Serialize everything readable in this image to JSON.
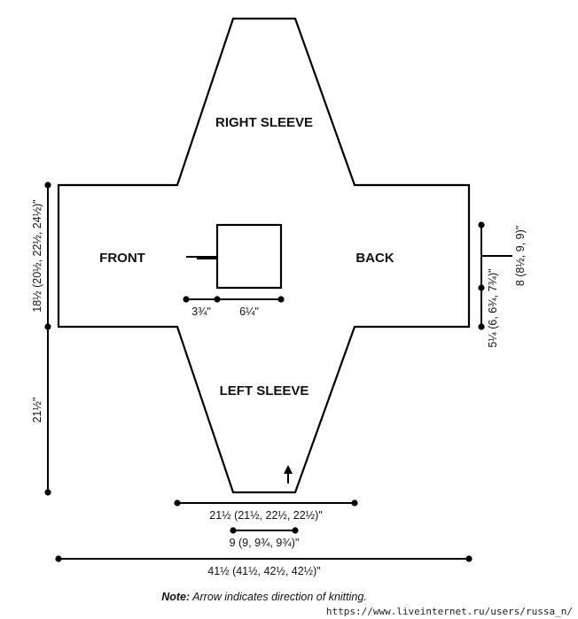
{
  "pieces": {
    "right_sleeve": "RIGHT SLEEVE",
    "left_sleeve": "LEFT SLEEVE",
    "front": "FRONT",
    "back": "BACK"
  },
  "measurements": {
    "body_height": "18½ (20½, 22½, 24½)\"",
    "sleeve_length": "21½\"",
    "neck_left": "3¾\"",
    "neck_width": "6¼\"",
    "back_upper": "8 (8½, 9, 9)\"",
    "back_lower": "5¼ (6, 6¾, 7¾)\"",
    "sleeve_top": "21½ (21½, 22½, 22½)\"",
    "cuff": "9 (9, 9¾, 9¾)\"",
    "total_width": "41½ (41½, 42½, 42½)\""
  },
  "note": {
    "label": "Note:",
    "text": " Arrow indicates direction of knitting."
  },
  "watermark": "https://www.liveinternet.ru/users/russa_n/"
}
